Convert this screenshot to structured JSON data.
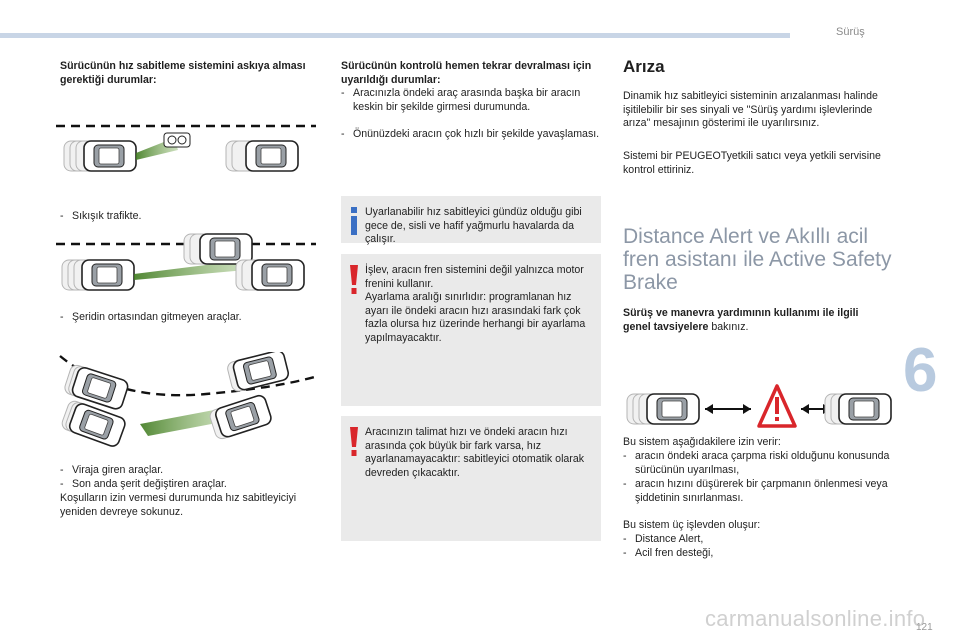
{
  "header": {
    "section": "Sürüş"
  },
  "chapter": "6",
  "page_number": "121",
  "watermark": "carmanualsonline.info",
  "col1": {
    "heading": "Sürücünün hız sabitleme sistemini askıya alması gerektiği durumlar:",
    "case1": "Sıkışık trafikte.",
    "case2": "Şeridin ortasından gitmeyen araçlar.",
    "case3a": "Viraja giren araçlar.",
    "case3b": "Son anda şerit değiştiren araçlar.",
    "footer": "Koşulların izin vermesi durumunda hız sabitleyiciyi yeniden devreye sokunuz."
  },
  "col2": {
    "heading": "Sürücünün kontrolü hemen tekrar devralması için uyarıldığı durumlar:",
    "item1": "Aracınızla öndeki araç arasında başka bir aracın keskin bir şekilde girmesi durumunda.",
    "item2": "Önünüzdeki aracın çok hızlı bir şekilde yavaşlaması.",
    "note_info": "Uyarlanabilir hız sabitleyici gündüz olduğu gibi gece de, sisli ve hafif yağmurlu havalarda da çalışır.",
    "note_warn1_a": "İşlev, aracın fren sistemini değil yalnızca motor frenini kullanır.",
    "note_warn1_b": "Ayarlama aralığı sınırlıdır: programlanan hız ayarı ile öndeki aracın hızı arasındaki fark çok fazla olursa hız üzerinde herhangi bir ayarlama yapılmayacaktır.",
    "note_warn2": "Aracınızın talimat hızı ve öndeki aracın hızı arasında çok büyük bir fark varsa, hız ayarlanamayacaktır: sabitleyici otomatik olarak devreden çıkacaktır."
  },
  "col3": {
    "ariza_title": "Arıza",
    "ariza_p1": "Dinamik hız sabitleyici sisteminin arızalanması halinde işitilebilir bir ses sinyali ve \"Sürüş yardımı işlevlerinde arıza\" mesajının gösterimi ile uyarılırsınız.",
    "ariza_p2": "Sistemi bir PEUGEOTyetkili satıcı veya yetkili servisine kontrol ettiriniz.",
    "da_title": "Distance Alert ve Akıllı acil fren asistanı ile Active Safety Brake",
    "advice_bold": "Sürüş ve manevra yardımının kullanımı ile ilgili genel tavsiyelere",
    "advice_rest": " bakınız.",
    "allows": "Bu sistem aşağıdakilere izin verir:",
    "allow1": "aracın öndeki araca çarpma riski olduğunu konusunda sürücünün uyarılması,",
    "allow2": "aracın hızını düşürerek bir çarpmanın önlenmesi veya şiddetinin sınırlanması.",
    "consists": "Bu sistem üç işlevden oluşur:",
    "func1": "Distance Alert,",
    "func2": "Acil fren desteği,"
  },
  "dash": "-",
  "colors": {
    "topbar": "#c8d5e6",
    "chapter": "#b8cadf",
    "note_bg": "#eaeaea",
    "info_blue": "#3a6fc4",
    "warn_red": "#d9262b",
    "beam_green": "#3e7a1e"
  }
}
